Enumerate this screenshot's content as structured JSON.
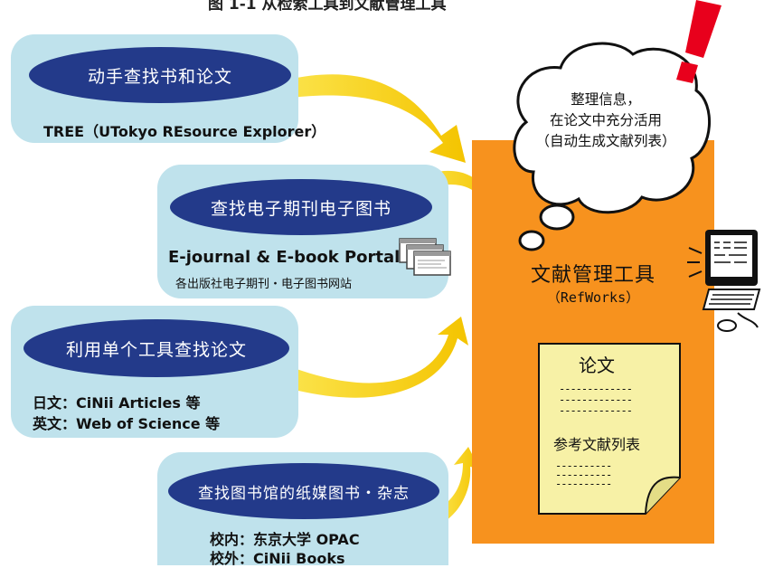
{
  "header": {
    "title": "图 1-1 从检索工具到文献管理工具"
  },
  "panels": [
    {
      "heading": "动手查找书和论文",
      "lines": [
        "TREE（UTokyo REsource Explorer）"
      ]
    },
    {
      "heading": "查找电子期刊电子图书",
      "lines": [
        "E-journal & E-book Portal",
        "各出版社电子期刊・电子图书网站"
      ]
    },
    {
      "heading": "利用单个工具查找论文",
      "lines": [
        "日文：CiNii Articles 等",
        "英文：Web of Science 等"
      ]
    },
    {
      "heading": "查找图书馆的纸媒图书・杂志",
      "lines": [
        "校内：东京大学 OPAC",
        "校外：CiNii Books"
      ]
    }
  ],
  "tool": {
    "title": "文献管理工具",
    "subtitle": "（RefWorks）"
  },
  "thought": {
    "lines": [
      "整理信息，",
      "在论文中充分活用",
      "（自动生成文献列表）"
    ]
  },
  "paper": {
    "title": "论文",
    "references": "参考文献列表"
  },
  "icons": [
    "exclamation-icon",
    "computer-icon",
    "browser-windows-icon",
    "document-icon"
  ],
  "colors": {
    "panel": "#bfe2ec",
    "oval": "#233a8a",
    "arrow": "#f9d200",
    "tool_box": "#f7921e",
    "paper": "#f7f1a6",
    "exclamation": "#e8001c"
  }
}
